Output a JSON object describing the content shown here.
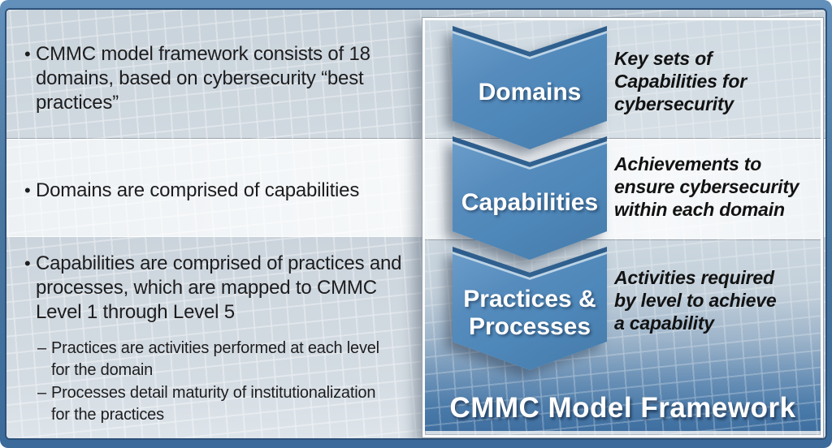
{
  "left_panel": {
    "bullets": [
      {
        "marker": "•",
        "text": "CMMC model framework consists of 18\ndomains, based on cybersecurity “best\npractices”"
      },
      {
        "marker": "•",
        "text": "Domains are comprised of capabilities"
      },
      {
        "marker": "•",
        "text": "Capabilities are comprised of practices and\nprocesses, which are mapped to CMMC\nLevel 1 through Level 5"
      }
    ],
    "sub_bullets": [
      {
        "marker": "–",
        "text": "Practices are activities performed at each level\nfor the domain"
      },
      {
        "marker": "–",
        "text": "Processes detail maturity of institutionalization\nfor the practices"
      }
    ]
  },
  "right_panel": {
    "title": "CMMC Model Framework",
    "rows": [
      {
        "chevron_label": "Domains",
        "description": "Key sets of\nCapabilities for\ncybersecurity"
      },
      {
        "chevron_label": "Capabilities",
        "description": "Achievements to\nensure cybersecurity\nwithin each domain"
      },
      {
        "chevron_label": "Practices &\nProcesses",
        "description": "Activities required\nby level to achieve\na capability"
      }
    ]
  },
  "colors": {
    "chevron_blue": "#4e87b9",
    "chevron_edge_dark": "#2c5c8b",
    "frame_blue": "#49769f",
    "panel_bottom_blue": "#3f6fa0",
    "band_light": "#f6f8fa",
    "band_gray_blue": "#ccd5dd",
    "text_dark": "#1d1d1f",
    "text_white": "#ffffff"
  }
}
